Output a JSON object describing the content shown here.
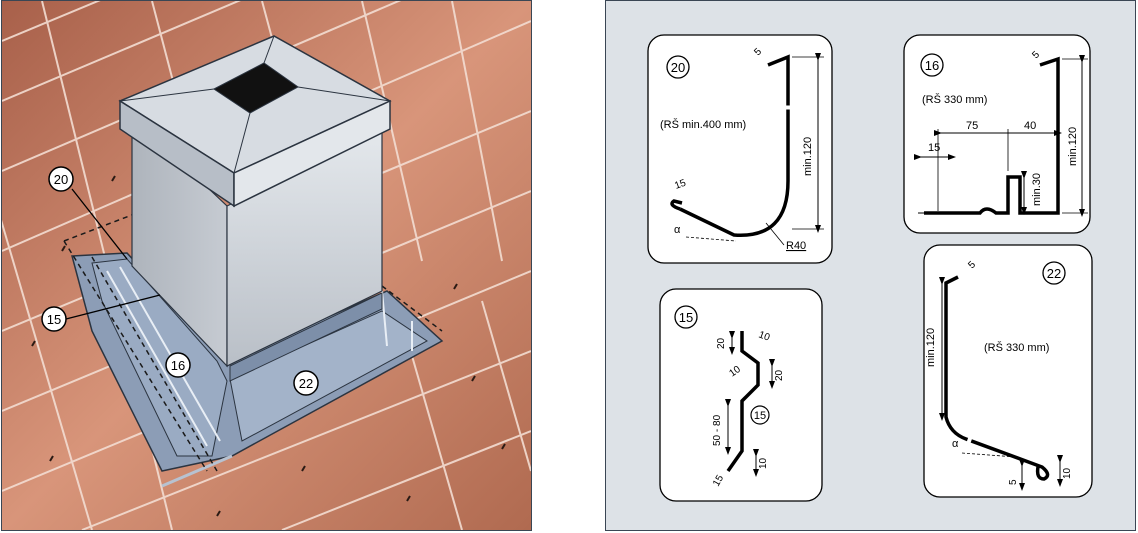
{
  "scene": {
    "callouts": [
      {
        "id": "callout-20",
        "text": "20"
      },
      {
        "id": "callout-15",
        "text": "15"
      },
      {
        "id": "callout-16",
        "text": "16"
      },
      {
        "id": "callout-22",
        "text": "22"
      }
    ]
  },
  "details": {
    "d20": {
      "number": "20",
      "note": "(RŠ min.400 mm)",
      "dim_top": "5",
      "dim_left": "15",
      "dim_height": "min.120",
      "radius": "R40",
      "angle": "α"
    },
    "d16": {
      "number": "16",
      "note": "(RŠ 330 mm)",
      "dim_top": "5",
      "dim_a": "75",
      "dim_b": "40",
      "dim_c": "15",
      "dim_d": "min.30",
      "dim_height": "min.120"
    },
    "d15": {
      "number": "15",
      "inner_number": "15",
      "dim_a": "20",
      "dim_b": "10",
      "dim_c": "20",
      "dim_d": "10",
      "dim_e": "50 - 80",
      "dim_f": "10",
      "dim_g": "15"
    },
    "d22": {
      "number": "22",
      "note": "(RŠ 330 mm)",
      "dim_top": "5",
      "dim_height": "min.120",
      "angle": "α",
      "dim_b": "5",
      "dim_c": "10"
    }
  },
  "colors": {
    "roof_tile": "#c07a5e",
    "tile_line": "#f4e2d8",
    "flashing": "#8e9fb8",
    "chimney": "#c9ced5",
    "panel_bg": "#dde2e7"
  }
}
